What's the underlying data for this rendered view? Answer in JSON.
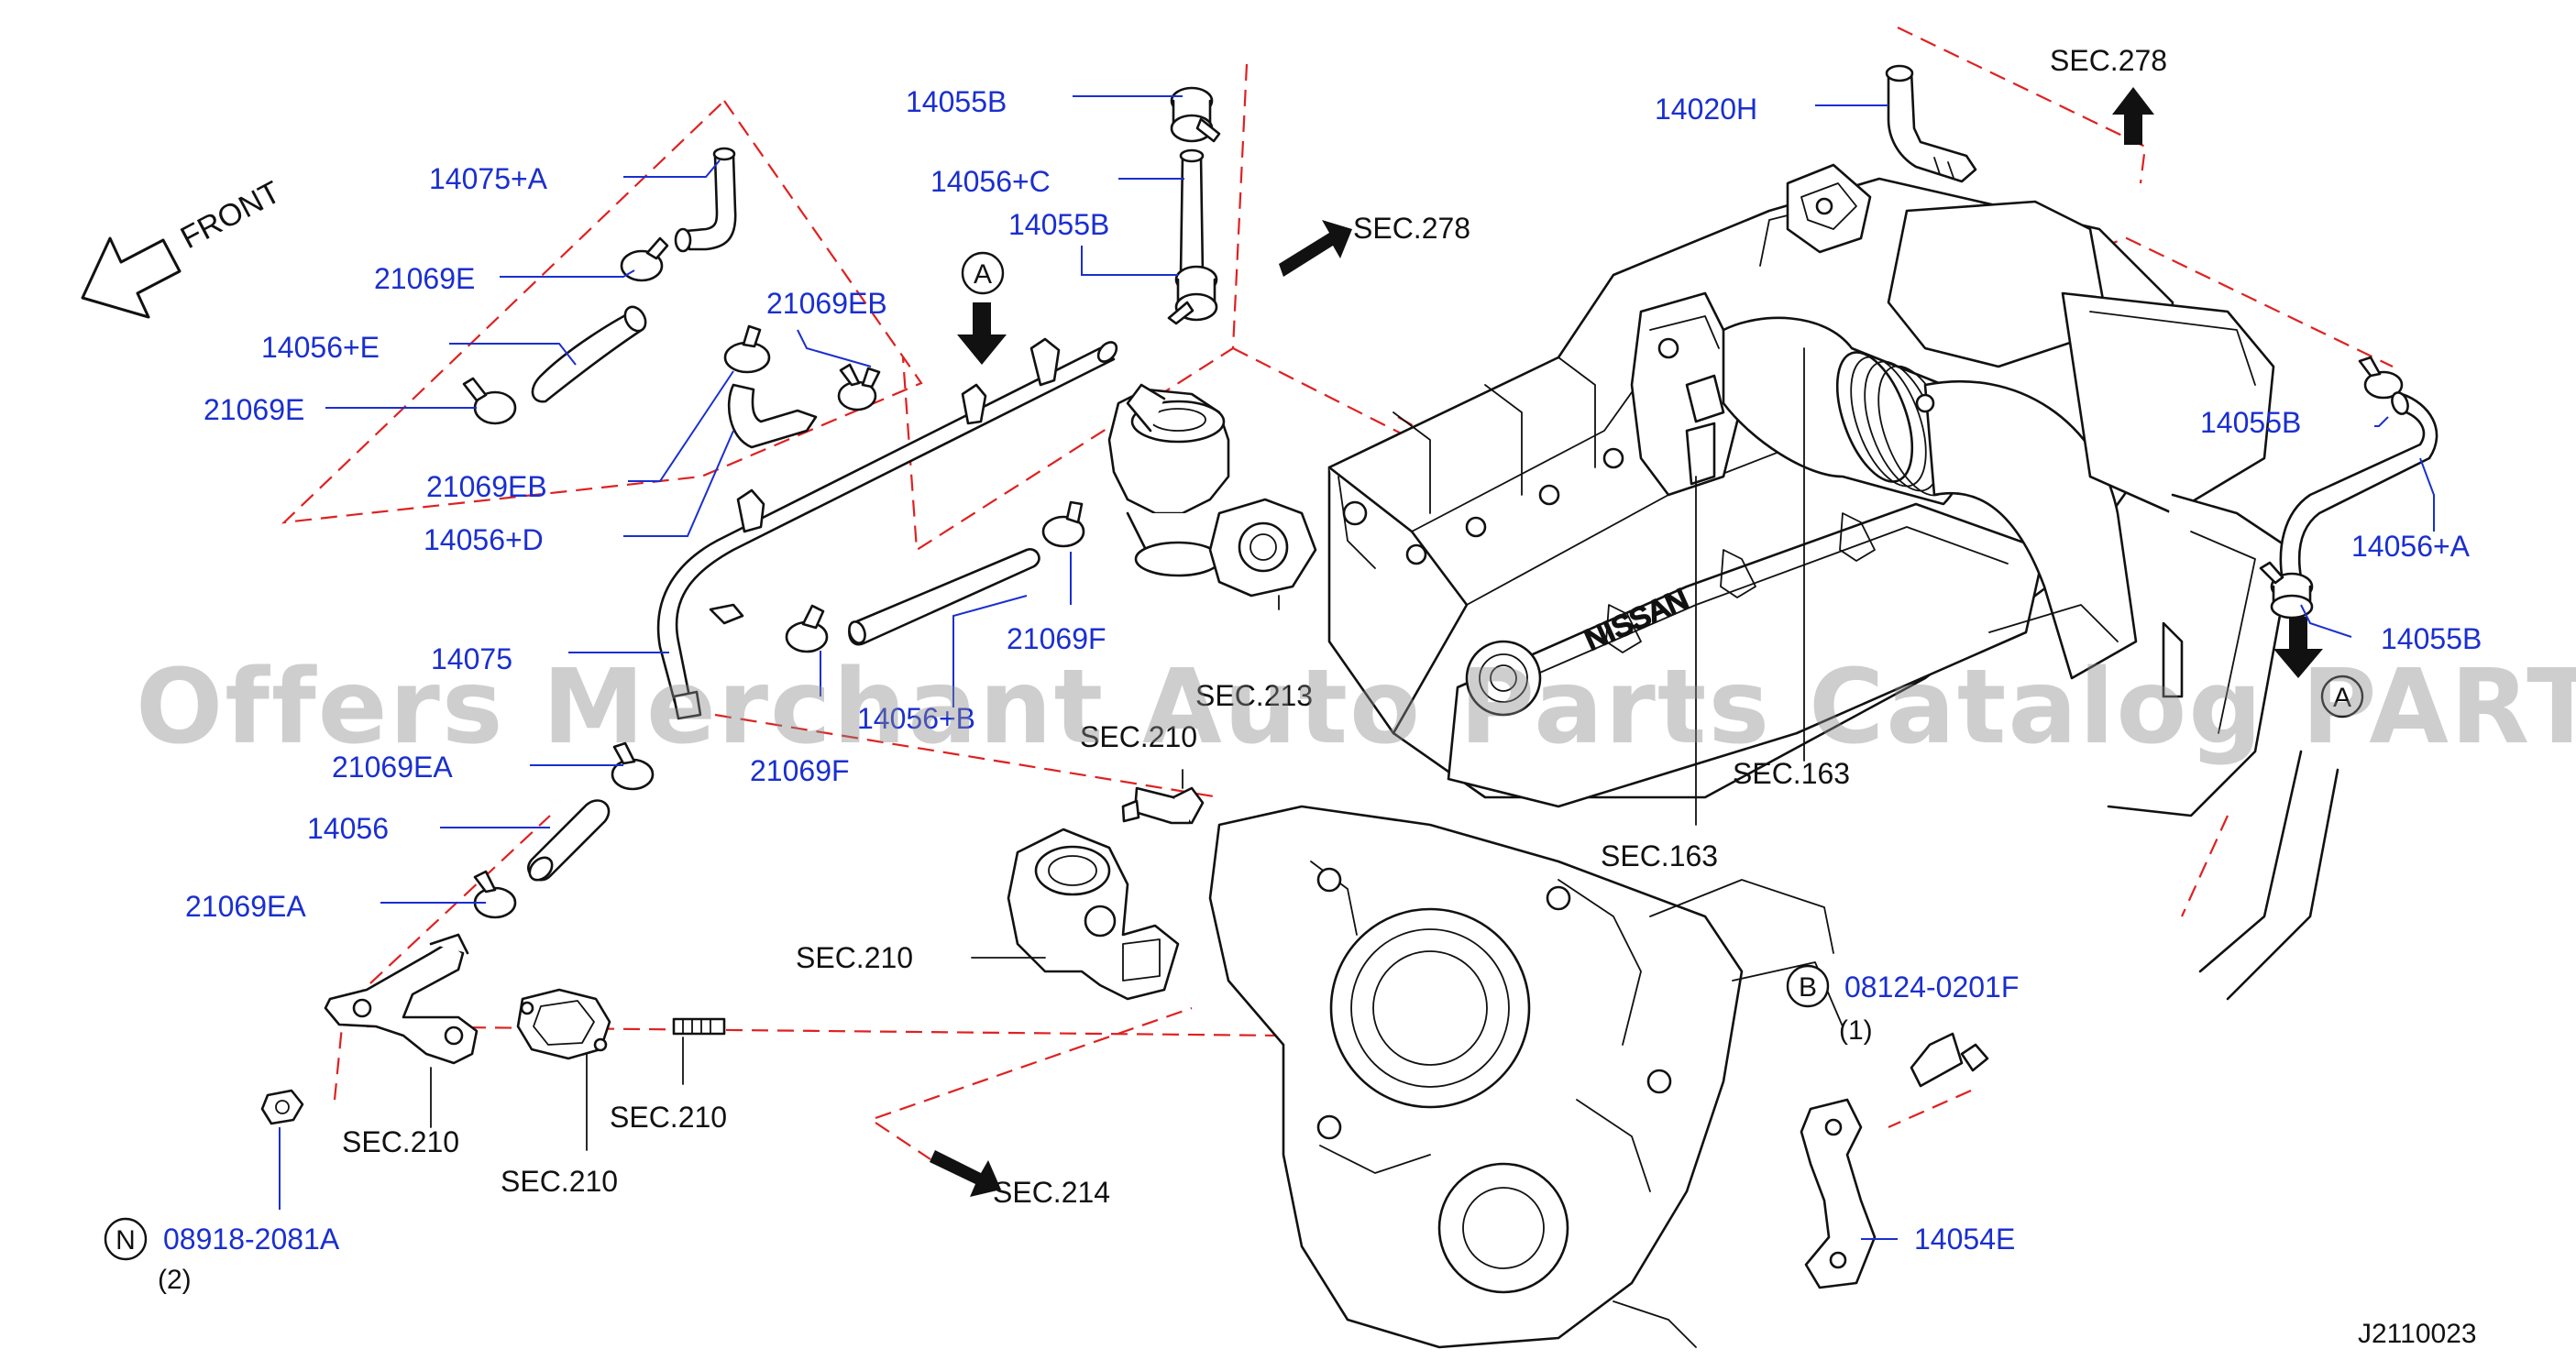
{
  "diagram": {
    "front_label": "FRONT",
    "drawing_code": "J2110023",
    "watermark": "Offers Merchant Auto Parts Catalog PARTSTORE.SA",
    "engine_brand_text": "NISSAN",
    "colors": {
      "part_number": "#1a2fd0",
      "section_ref": "#111111",
      "dashed_guide": "#e02020",
      "linework": "#111111"
    },
    "part_labels": {
      "p14055B_top": "14055B",
      "p14056C": "14056+C",
      "p14055B_mid": "14055B",
      "p14075A": "14075+A",
      "p21069E_1": "21069E",
      "p14056E": "14056+E",
      "p21069E_2": "21069E",
      "p21069EB_1": "21069EB",
      "p21069EB_2": "21069EB",
      "p14056D": "14056+D",
      "p14075": "14075",
      "p14056B": "14056+B",
      "p21069F_1": "21069F",
      "p21069F_2": "21069F",
      "p21069EA_1": "21069EA",
      "p14056": "14056",
      "p21069EA_2": "21069EA",
      "p14020H": "14020H",
      "p14055B_right1": "14055B",
      "p14056A": "14056+A",
      "p14055B_right2": "14055B",
      "p08124": "08124-0201F",
      "p14054E": "14054E",
      "p08918": "08918-2081A"
    },
    "quantities": {
      "q08124": "(1)",
      "q08918": "(2)"
    },
    "badges": {
      "a_left": "A",
      "a_right": "A",
      "b": "B",
      "n": "N"
    },
    "section_refs": {
      "s278_top": "SEC.278",
      "s278_mid": "SEC.278",
      "s213": "SEC.213",
      "s210_a": "SEC.210",
      "s210_b": "SEC.210",
      "s210_c": "SEC.210",
      "s210_d": "SEC.210",
      "s210_e": "SEC.210",
      "s214": "SEC.214",
      "s163_a": "SEC.163",
      "s163_b": "SEC.163"
    }
  }
}
